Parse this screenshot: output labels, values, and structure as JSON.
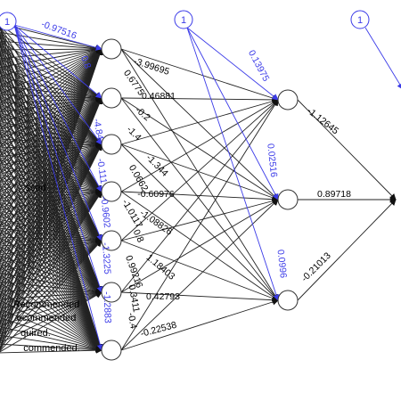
{
  "colors": {
    "edge": "#222222",
    "bias": "#3b3be8",
    "node_stroke": "#333333",
    "background": "#ffffff"
  },
  "bias_label": "1",
  "input_labels": [
    "Recommended",
    "ecommended",
    "quired.",
    "commended.",
    "ssed"
  ],
  "bias_weights": {
    "layer1": [
      "-0.97516",
      "0.8",
      "",
      "-4.84",
      "-0.111",
      "-0.9602",
      "-1.3225",
      "-1.2883"
    ],
    "layer2": [
      "0.13975",
      "0.02516",
      "0.0996"
    ],
    "layer3": []
  },
  "weights": {
    "layer1_to_layer2": [
      "-3.99695",
      "0.46881",
      "0.6775",
      "-0.2",
      "-1.4",
      "-1.344",
      "0.0662",
      "-0.60976",
      "-1.0117",
      "-1.08826",
      "0.8",
      "0.99216",
      "1.18403",
      "0.42793",
      "0.3411",
      "-0.4",
      "-0.22538"
    ],
    "layer2_to_output": [
      "-1.12645",
      "0.89718",
      "-0.21013"
    ]
  }
}
